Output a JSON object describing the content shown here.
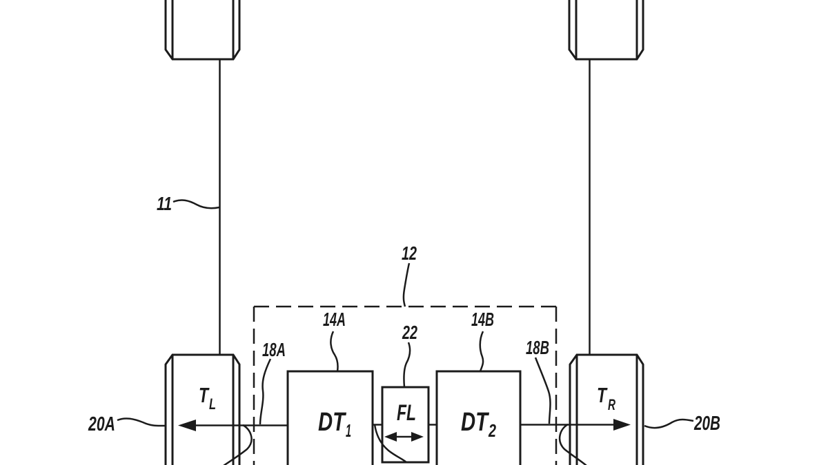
{
  "figure": {
    "kind": "patent-driveline-schematic",
    "background_color": "#ffffff",
    "ink_color": "#1b1b1b"
  },
  "labels": {
    "axle_shaft": "11",
    "drive_module": "12",
    "drive_unit_left": "14A",
    "drive_unit_right": "14B",
    "half_shaft_left": "18A",
    "half_shaft_right": "18B",
    "tire_left": "20A",
    "tire_right": "20B",
    "flex_link": "22"
  },
  "blocks": {
    "dt1": {
      "base": "DT",
      "sub": "1"
    },
    "dt2": {
      "base": "DT",
      "sub": "2"
    },
    "fl": "FL"
  },
  "torques": {
    "left": {
      "base": "T",
      "sub": "L"
    },
    "right": {
      "base": "T",
      "sub": "R"
    }
  }
}
